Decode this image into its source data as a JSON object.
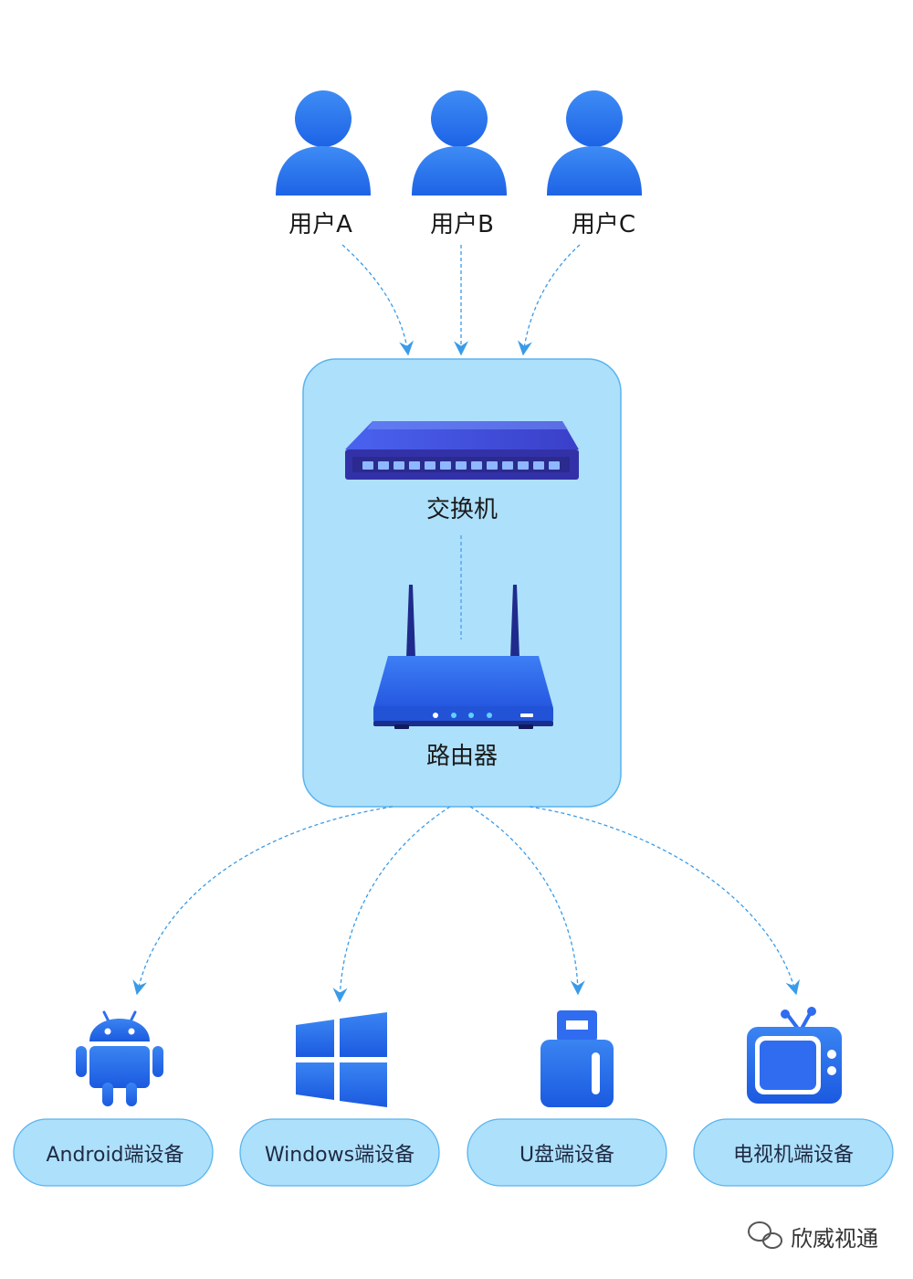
{
  "users": [
    {
      "label": "用户A",
      "icon": "user-icon"
    },
    {
      "label": "用户B",
      "icon": "user-icon"
    },
    {
      "label": "用户C",
      "icon": "user-icon"
    }
  ],
  "center": {
    "switch_label": "交换机",
    "switch_icon": "network-switch-icon",
    "router_label": "路由器",
    "router_icon": "wifi-router-icon"
  },
  "devices": [
    {
      "label": "Android端设备",
      "icon": "android-icon"
    },
    {
      "label": "Windows端设备",
      "icon": "windows-icon"
    },
    {
      "label": "U盘端设备",
      "icon": "usb-drive-icon"
    },
    {
      "label": "电视机端设备",
      "icon": "tv-icon"
    }
  ],
  "watermark": {
    "text": "欣威视通",
    "icon": "wechat-icon"
  },
  "colors": {
    "icon_blue": "#2f6cf0",
    "center_box_fill": "#ade0fb",
    "center_box_stroke": "#5ab4ee",
    "pill_fill": "#ade0fb",
    "pill_stroke": "#5ab4ee",
    "arrow": "#3a9be8"
  }
}
